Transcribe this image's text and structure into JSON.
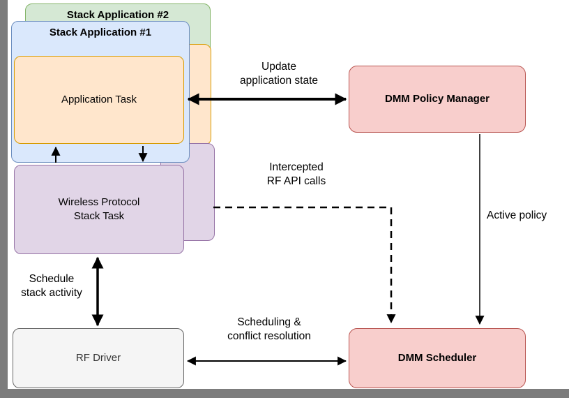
{
  "diagram": {
    "nodes": {
      "stack_app_2": {
        "title": "Stack Application #2"
      },
      "stack_app_1": {
        "title": "Stack Application #1"
      },
      "application_task": {
        "label": "Application Task"
      },
      "wireless_stack_task": {
        "label": "Wireless Protocol\nStack Task"
      },
      "rf_driver": {
        "label": "RF Driver"
      },
      "dmm_policy_manager": {
        "label": "DMM Policy Manager"
      },
      "dmm_scheduler": {
        "label": "DMM Scheduler"
      }
    },
    "edge_labels": {
      "update_application_state": "Update\napplication state",
      "intercepted_rf_api_calls": "Intercepted\nRF API calls",
      "active_policy": "Active policy",
      "schedule_stack_activity": "Schedule\nstack activity",
      "scheduling_conflict_resolution": "Scheduling &\nconflict resolution"
    },
    "colors": {
      "green_fill": "#d5e8d4",
      "green_stroke": "#82b366",
      "blue_fill": "#dae8fc",
      "blue_stroke": "#6c8ebf",
      "orange_fill": "#ffe6cc",
      "orange_stroke": "#d79b00",
      "purple_fill": "#e1d5e7",
      "purple_stroke": "#9673a6",
      "red_fill": "#f8cecc",
      "red_stroke": "#b85450",
      "gray_fill": "#f5f5f5",
      "gray_stroke": "#666666",
      "arrow": "#000000",
      "window_chrome": "#7c7c7c"
    }
  }
}
